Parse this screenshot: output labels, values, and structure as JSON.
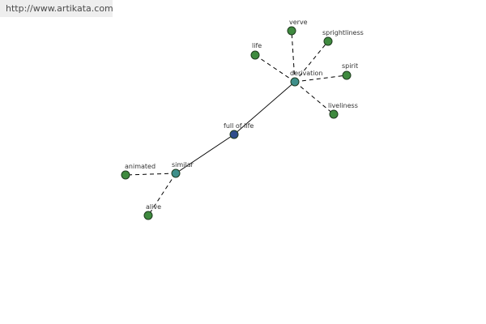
{
  "banner": {
    "url": "http://www.artikata.com"
  },
  "graph": {
    "colors": {
      "center": "#2f4d8c",
      "hub": "#3e8f8a",
      "leaf": "#3f8a3f",
      "node_stroke": "#1e3a1e"
    },
    "nodes": [
      {
        "id": "full_of_life",
        "label": "full of life",
        "kind": "center"
      },
      {
        "id": "derivation",
        "label": "derivation",
        "kind": "hub"
      },
      {
        "id": "similar",
        "label": "similar",
        "kind": "hub"
      },
      {
        "id": "verve",
        "label": "verve",
        "kind": "leaf"
      },
      {
        "id": "sprightliness",
        "label": "sprightliness",
        "kind": "leaf"
      },
      {
        "id": "life",
        "label": "life",
        "kind": "leaf"
      },
      {
        "id": "spirit",
        "label": "spirit",
        "kind": "leaf"
      },
      {
        "id": "liveliness",
        "label": "liveliness",
        "kind": "leaf"
      },
      {
        "id": "animated",
        "label": "animated",
        "kind": "leaf"
      },
      {
        "id": "alive",
        "label": "alive",
        "kind": "leaf"
      }
    ],
    "edges": [
      {
        "from": "full_of_life",
        "to": "derivation",
        "style": "solid"
      },
      {
        "from": "full_of_life",
        "to": "similar",
        "style": "solid"
      },
      {
        "from": "derivation",
        "to": "verve",
        "style": "dashed"
      },
      {
        "from": "derivation",
        "to": "sprightliness",
        "style": "dashed"
      },
      {
        "from": "derivation",
        "to": "life",
        "style": "dashed"
      },
      {
        "from": "derivation",
        "to": "spirit",
        "style": "dashed"
      },
      {
        "from": "derivation",
        "to": "liveliness",
        "style": "dashed"
      },
      {
        "from": "similar",
        "to": "animated",
        "style": "dashed"
      },
      {
        "from": "similar",
        "to": "alive",
        "style": "dashed"
      }
    ]
  }
}
